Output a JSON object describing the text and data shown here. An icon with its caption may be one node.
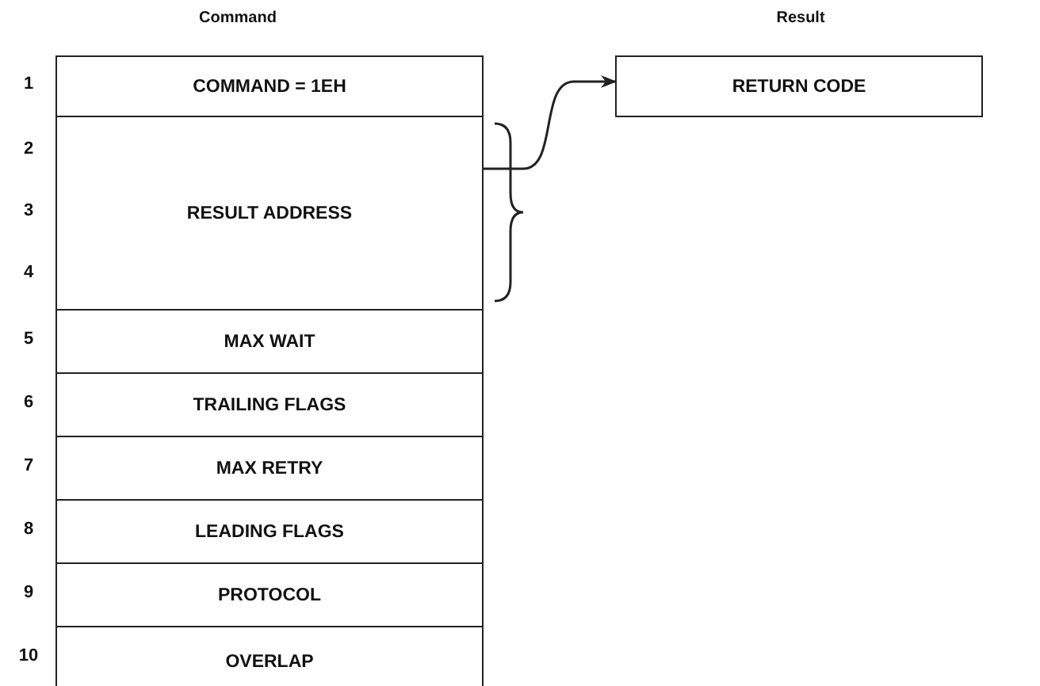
{
  "diagram": {
    "nodes": [
      {
        "text": [
          "COMMAND = 1EH"
        ]
      },
      {
        "text": [
          "RESULT ADDRESS"
        ]
      },
      {
        "text": [
          "MAX WAIT"
        ]
      },
      {
        "text": [
          "TRAILING FLAGS"
        ]
      },
      {
        "text": [
          "MAX RETRY"
        ]
      },
      {
        "text": [
          "LEADING FLAGS"
        ]
      },
      {
        "text": [
          "PROTOCOL"
        ]
      },
      {
        "text": [
          "OVERLAP"
        ]
      },
      {
        "text": [
          "RETURN CODE"
        ]
      }
    ],
    "edges": [
      {
        "from": 1,
        "to": 8,
        "arrow": "to"
      }
    ],
    "labels": [
      "Command",
      "Result",
      "1",
      "2",
      "3",
      "4",
      "5",
      "6",
      "7",
      "8",
      "9",
      "10"
    ]
  }
}
